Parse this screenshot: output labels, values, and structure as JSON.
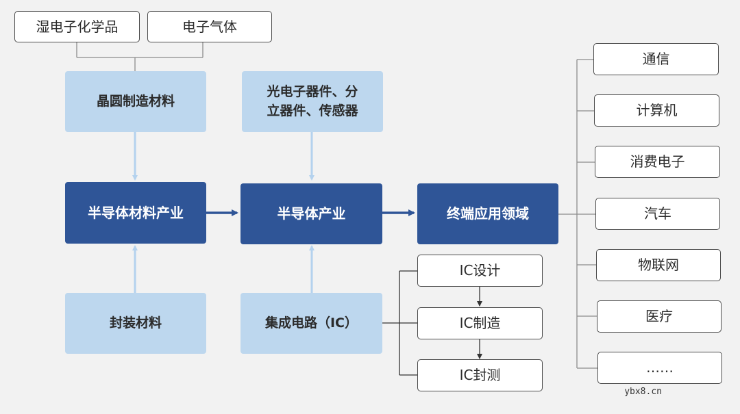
{
  "top_materials": [
    "湿电子化学品",
    "电子气体"
  ],
  "nodes": {
    "wafer_materials": "晶圆制造材料",
    "optoelectronics": "光电子器件、分\n立器件、传感器",
    "material_industry": "半导体材料产业",
    "semiconductor_industry": "半导体产业",
    "end_applications": "终端应用领域",
    "packaging_materials": "封装材料",
    "integrated_circuit": "集成电路（IC）"
  },
  "ic_steps": [
    "IC设计",
    "IC制造",
    "IC封测"
  ],
  "applications": [
    "通信",
    "计算机",
    "消费电子",
    "汽车",
    "物联网",
    "医疗",
    "……"
  ],
  "watermark": "ybx8.cn",
  "colors": {
    "background": "#f2f2f2",
    "dark_box": "#2f5597",
    "light_box": "#bdd7ee",
    "light_arrow": "#b4d2ee",
    "dark_arrow": "#2f5597"
  }
}
